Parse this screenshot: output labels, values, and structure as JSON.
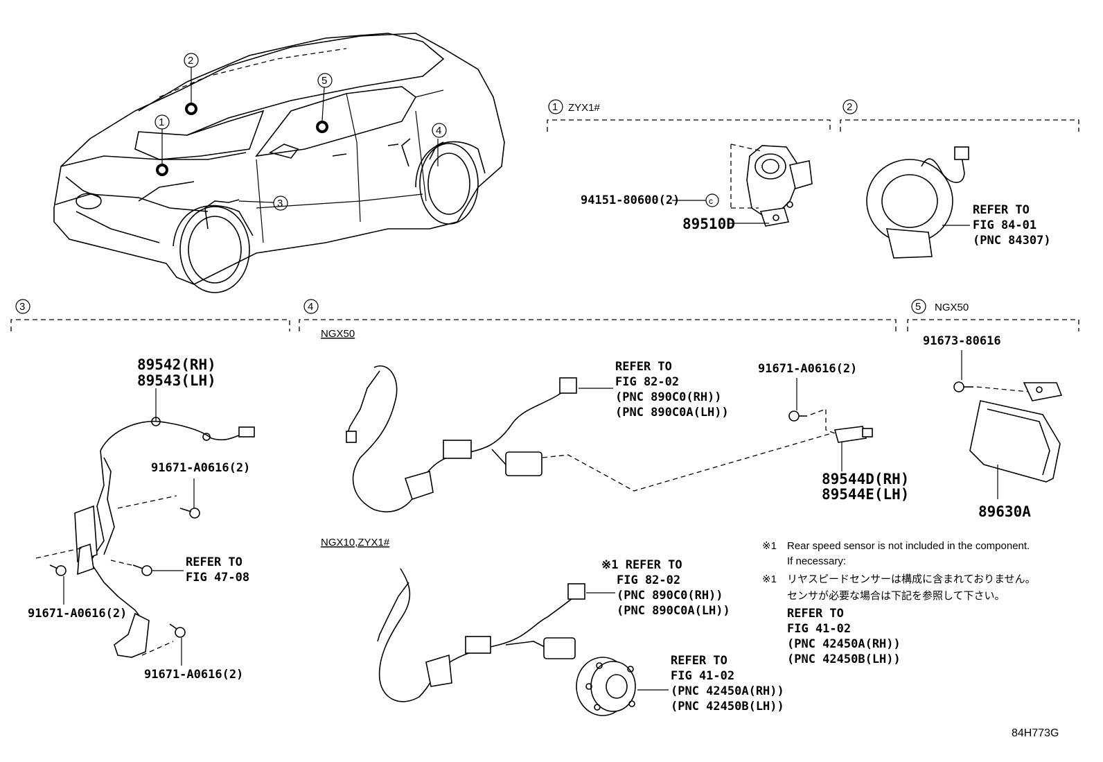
{
  "callouts": [
    "1",
    "2",
    "3",
    "4",
    "5"
  ],
  "section_labels": {
    "s1_variant": "ZYX1#",
    "s4_top_variant": "NGX50",
    "s4_bottom_variant": "NGX10,ZYX1#",
    "s5_variant": "NGX50"
  },
  "section1": {
    "bolt": "94151-80600(2)",
    "bolt_marker": "c",
    "part": "89510D"
  },
  "section2": {
    "refer": [
      "REFER TO",
      "FIG 84-01",
      "(PNC 84307)"
    ]
  },
  "section3": {
    "part_rh": "89542(RH)",
    "part_lh": "89543(LH)",
    "bolt_a": "91671-A0616(2)",
    "bolt_b": "91671-A0616(2)",
    "bolt_c": "91671-A0616(2)",
    "refer": [
      "REFER TO",
      "FIG 47-08"
    ]
  },
  "section4": {
    "refer_top": [
      "REFER TO",
      "FIG 82-02",
      "(PNC 890C0(RH))",
      "(PNC 890C0A(LH))"
    ],
    "bolt": "91671-A0616(2)",
    "part_rh": "89544D(RH)",
    "part_lh": "89544E(LH)",
    "refer_mid": [
      "※1 REFER TO",
      "FIG 82-02",
      "(PNC 890C0(RH))",
      "(PNC 890C0A(LH))"
    ],
    "refer_hub": [
      "REFER TO",
      "FIG 41-02",
      "(PNC 42450A(RH))",
      "(PNC 42450B(LH))"
    ]
  },
  "section5": {
    "bolt": "91673-80616",
    "part": "89630A"
  },
  "notes": {
    "en_mark": "※1",
    "en_line1": "Rear speed sensor is not included in the component.",
    "en_line2": "If necessary:",
    "jp_mark": "※1",
    "jp_line1": "リヤスピードセンサーは構成に含まれておりません。",
    "jp_line2": "センサが必要な場合は下記を参照して下さい。",
    "refer": [
      "REFER TO",
      "FIG 41-02",
      "(PNC 42450A(RH))",
      "(PNC 42450B(LH))"
    ]
  },
  "figure_code": "84H773G"
}
